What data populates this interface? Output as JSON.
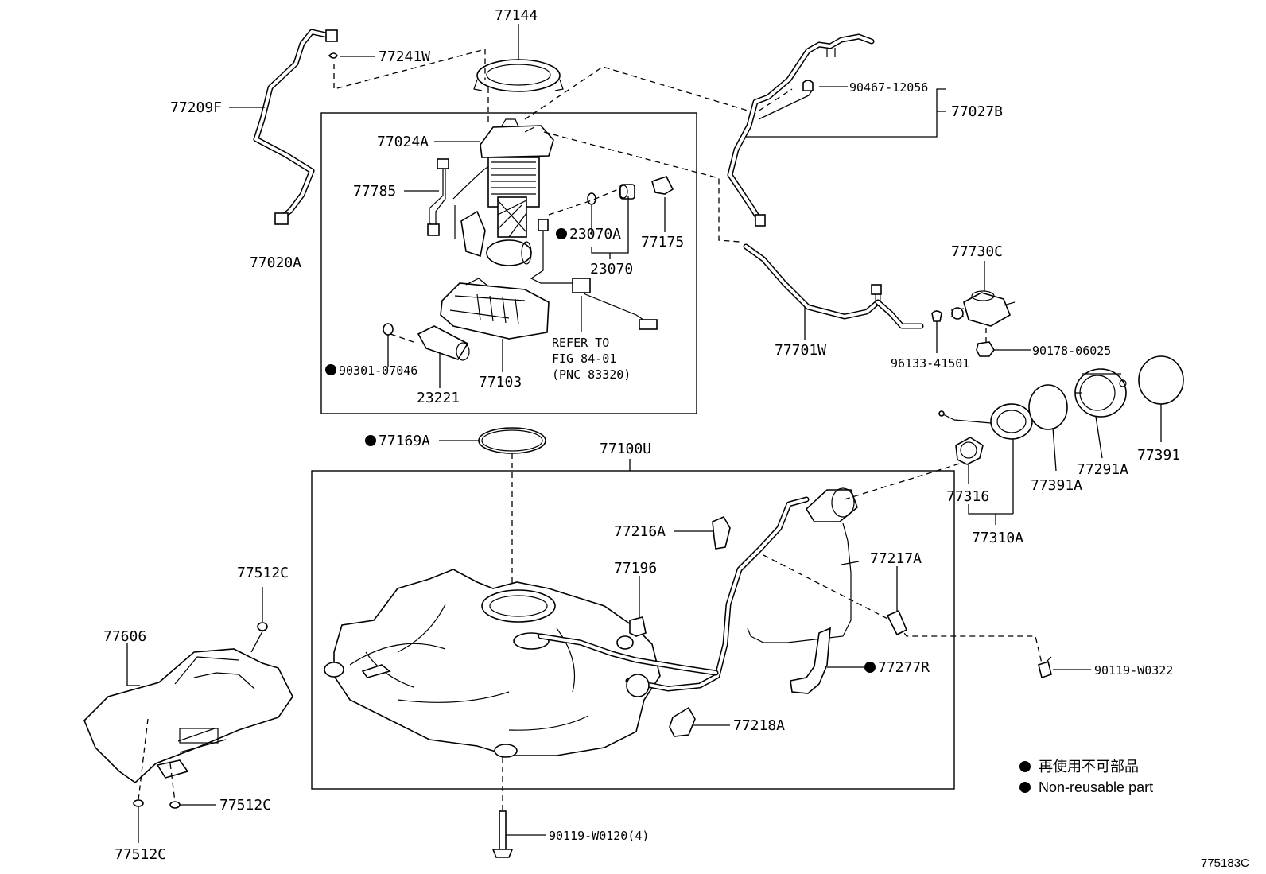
{
  "parts": {
    "p77144": "77144",
    "p77241w": "77241W",
    "p77209f": "77209F",
    "p77024a": "77024A",
    "p77785": "77785",
    "p77020a": "77020A",
    "p23070a": "23070A",
    "p77175": "77175",
    "p23070": "23070",
    "p90301": "90301-07046",
    "p23221": "23221",
    "p77103": "77103",
    "p90467": "90467-12056",
    "p77027b": "77027B",
    "p77730c": "77730C",
    "p77701w": "77701W",
    "p96133": "96133-41501",
    "p90178": "90178-06025",
    "p77169a": "77169A",
    "p77100u": "77100U",
    "p77316": "77316",
    "p77391a": "77391A",
    "p77291a": "77291A",
    "p77391": "77391",
    "p77310a": "77310A",
    "p77216a": "77216A",
    "p77196": "77196",
    "p77217a": "77217A",
    "p77277r": "77277R",
    "p90119w0322": "90119-W0322",
    "p77218a": "77218A",
    "p77512c_top": "77512C",
    "p77606": "77606",
    "p77512c_mid": "77512C",
    "p77512c_bot": "77512C",
    "p90119w0120": "90119-W0120(4)"
  },
  "refer": {
    "line1": "REFER TO",
    "line2": "FIG 84-01",
    "line3": "(PNC 83320)"
  },
  "legend": {
    "jp": "再使用不可部品",
    "en": "Non-reusable part"
  },
  "figure_id": "775183C",
  "non_reusable_marker": "●"
}
